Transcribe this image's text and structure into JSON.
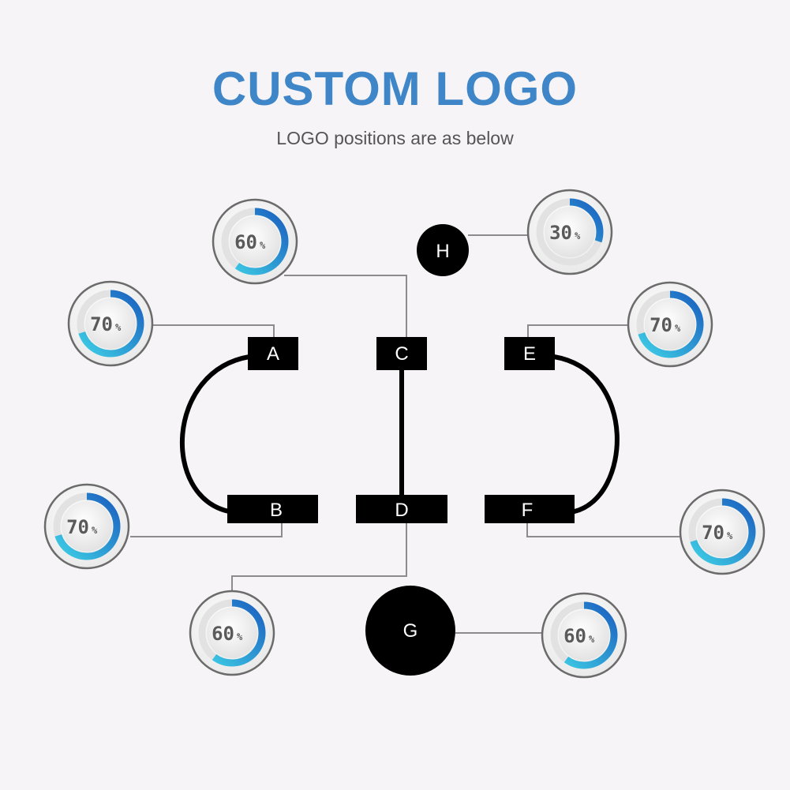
{
  "header": {
    "title": "CUSTOM LOGO",
    "subtitle": "LOGO positions are as below"
  },
  "colors": {
    "title": "#3f86c8",
    "ring_start": "#3ed0e6",
    "ring_end": "#1b5fbf",
    "connector": "#8c8c8c",
    "block": "#000000",
    "background": "#f6f4f6"
  },
  "positions": [
    {
      "id": "A",
      "label": "A",
      "percent": 70,
      "percent_sign": "%"
    },
    {
      "id": "B",
      "label": "B",
      "percent": 70,
      "percent_sign": "%"
    },
    {
      "id": "C",
      "label": "C",
      "percent": 60,
      "percent_sign": "%"
    },
    {
      "id": "D",
      "label": "D",
      "percent": 60,
      "percent_sign": "%"
    },
    {
      "id": "E",
      "label": "E",
      "percent": 70,
      "percent_sign": "%"
    },
    {
      "id": "F",
      "label": "F",
      "percent": 70,
      "percent_sign": "%"
    },
    {
      "id": "G",
      "label": "G",
      "percent": 60,
      "percent_sign": "%"
    },
    {
      "id": "H",
      "label": "H",
      "percent": 30,
      "percent_sign": "%"
    }
  ]
}
